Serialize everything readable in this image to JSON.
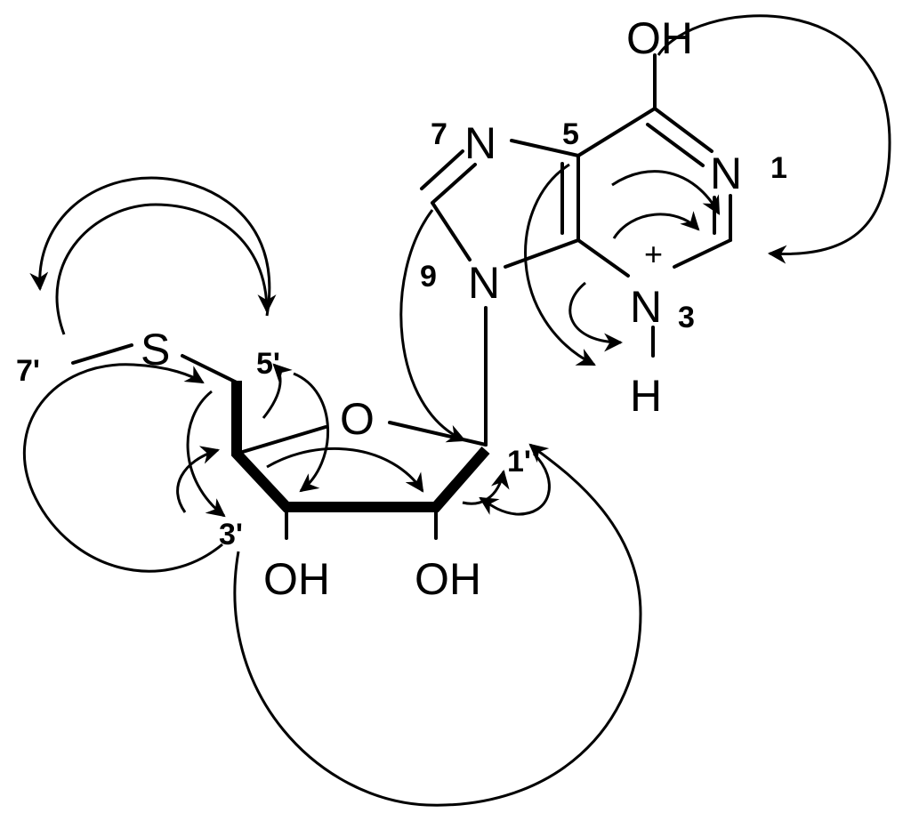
{
  "atoms": {
    "oh_base": "OH",
    "n7": "N",
    "n1": "N",
    "n9": "N",
    "n3": "N",
    "h3": "H",
    "s": "S",
    "o_ring": "O",
    "oh_2": "OH",
    "oh_3": "OH"
  },
  "labels": {
    "pos_7": "7",
    "pos_5": "5",
    "pos_1": "1",
    "pos_9": "9",
    "pos_3": "3",
    "pos_7p": "7'",
    "pos_5p": "5'",
    "pos_1p": "1'",
    "pos_3p": "3'"
  },
  "charge": "+"
}
